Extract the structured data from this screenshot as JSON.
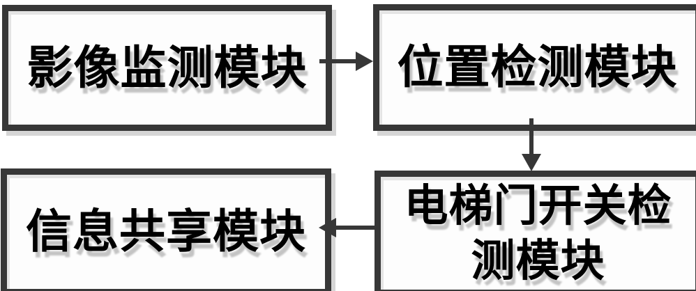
{
  "diagram": {
    "type": "flowchart",
    "colors": {
      "background": "#ffffff",
      "box_border": "#373737",
      "box_fill": "#fdfdfd",
      "text": "#000000",
      "text_shadow": "#c4c4c4",
      "box_shadow": "#d6d6d6",
      "arrow": "#373737"
    },
    "boxes": [
      {
        "id": "image-monitoring",
        "label": "影像监测模块"
      },
      {
        "id": "position-detection",
        "label": "位置检测模块"
      },
      {
        "id": "elevator-door-detection",
        "label": "电梯门开关检测模块",
        "lines": [
          "电梯门开关检",
          "测模块"
        ]
      },
      {
        "id": "information-sharing",
        "label": "信息共享模块"
      }
    ],
    "connections": [
      {
        "from": "image-monitoring",
        "to": "position-detection",
        "direction": "right"
      },
      {
        "from": "position-detection",
        "to": "elevator-door-detection",
        "direction": "down"
      },
      {
        "from": "elevator-door-detection",
        "to": "information-sharing",
        "direction": "left"
      }
    ]
  }
}
